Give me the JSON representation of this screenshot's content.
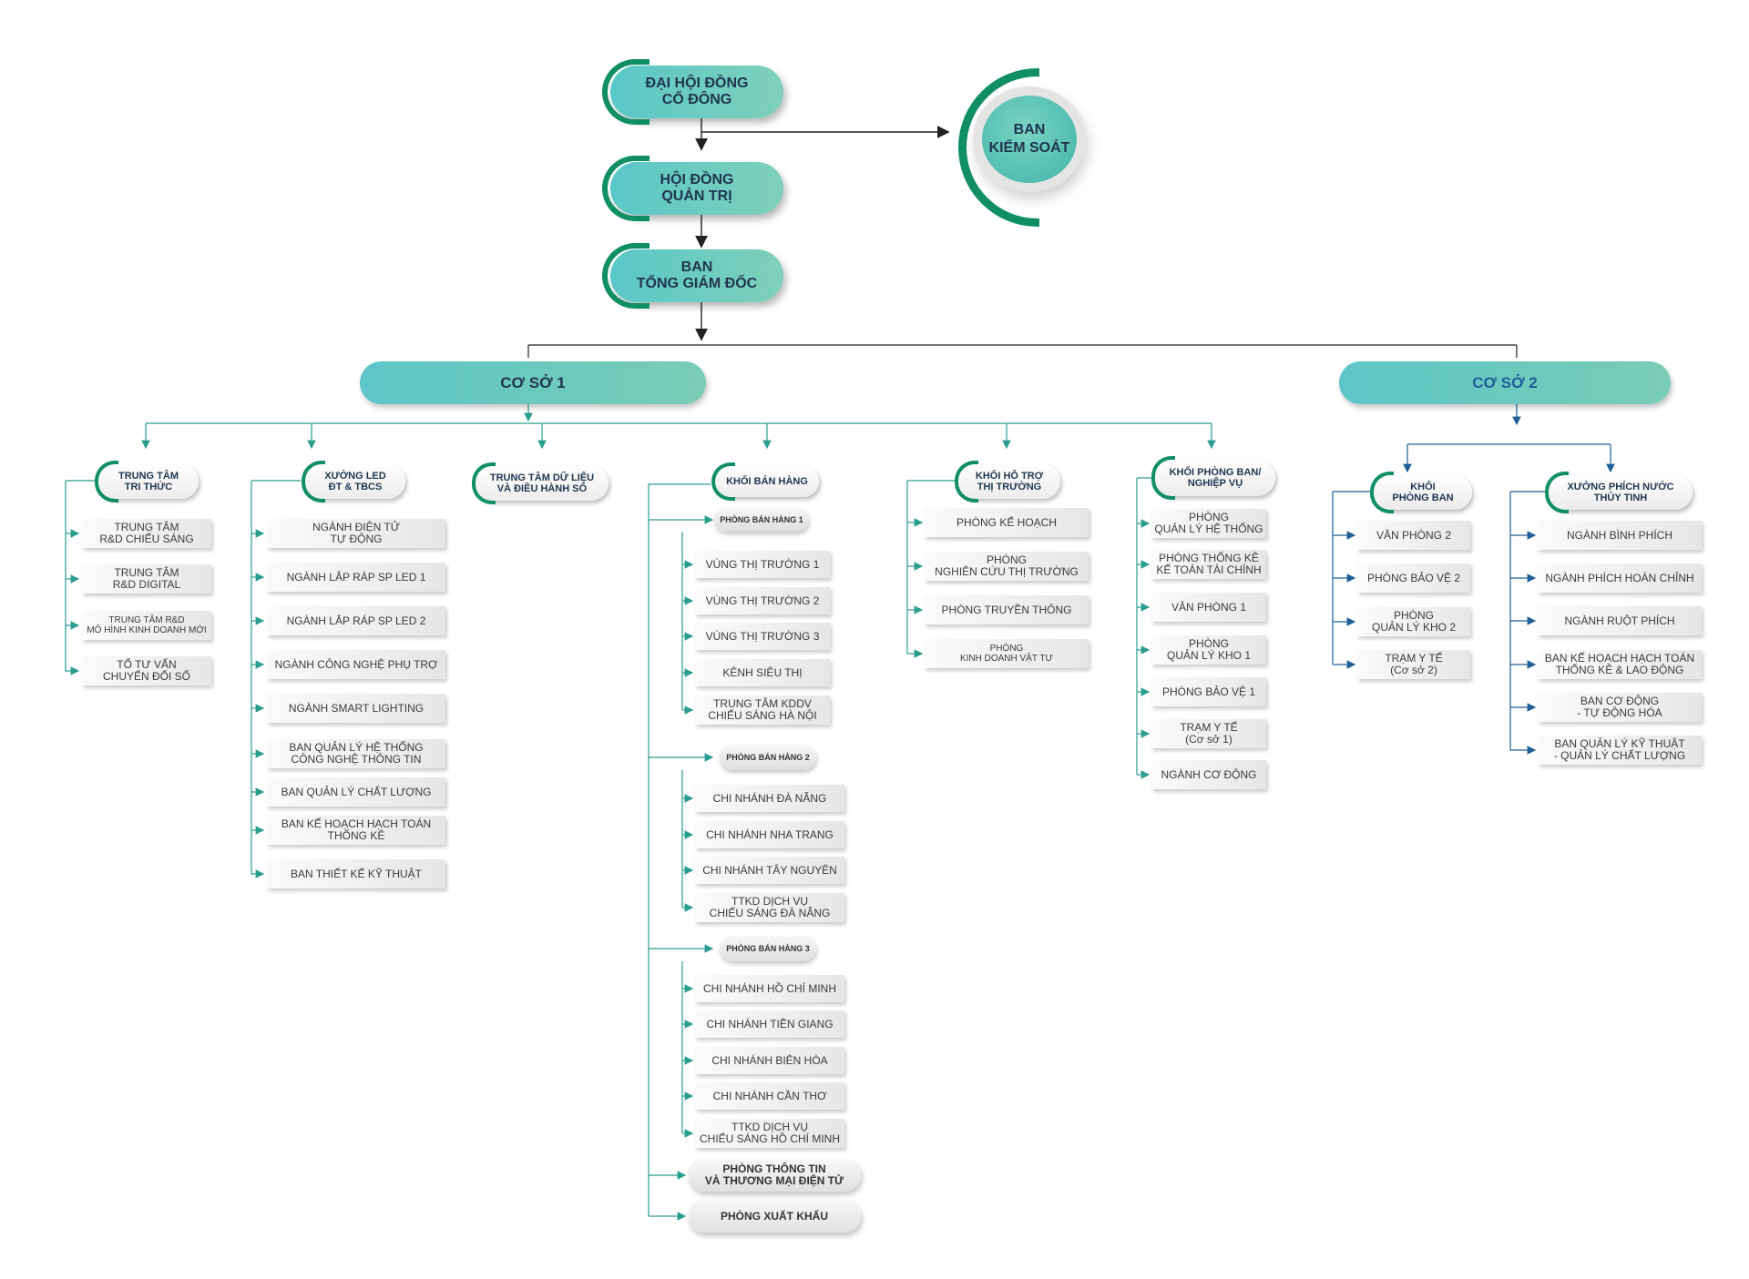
{
  "colors": {
    "teal": "#5ec5c8",
    "green_arc": "#0f8f63",
    "connector": "#2a9d8f",
    "dark_line": "#222222"
  },
  "top": {
    "dhdcd": "ĐẠI HỘI ĐỒNG\nCỔ ĐÔNG",
    "hdqt": "HỘI ĐỒNG\nQUẢN TRỊ",
    "btgd": "BAN\nTỔNG GIÁM ĐỐC",
    "bks": "BAN\nKIỂM SOÁT"
  },
  "coso1": {
    "title": "CƠ SỞ 1",
    "trung_tam_tri_thuc": {
      "title": "TRUNG TÂM\nTRI THỨC",
      "items": [
        "TRUNG TÂM\nR&D CHIẾU SÁNG",
        "TRUNG TÂM\nR&D DIGITAL",
        "TRUNG TÂM R&D\nMÔ HÌNH KINH DOANH MỚI",
        "TỔ TƯ VẤN\nCHUYỂN ĐỔI SỐ"
      ]
    },
    "xuong_led": {
      "title": "XƯỞNG LED\nĐT & TBCS",
      "items": [
        "NGÀNH ĐIỆN TỬ\nTỰ ĐỘNG",
        "NGÀNH LẮP RÁP SP LED 1",
        "NGÀNH LẮP RÁP SP LED 2",
        "NGÀNH CÔNG NGHỆ PHỤ TRỢ",
        "NGÀNH SMART LIGHTING",
        "BAN QUẢN LÝ HỆ THỐNG\nCÔNG NGHỆ THÔNG TIN",
        "BAN QUẢN LÝ CHẤT LƯỢNG",
        "BAN KẾ HOẠCH HẠCH TOÁN\nTHỐNG KÊ",
        "BAN THIẾT KẾ KỸ THUẬT"
      ]
    },
    "trung_tam_du_lieu": {
      "title": "TRUNG TÂM DỮ LIỆU\nVÀ ĐIỀU HÀNH SỐ"
    },
    "khoi_ban_hang": {
      "title": "KHỐI BÁN HÀNG",
      "pbh1": {
        "title": "PHÒNG BÁN HÀNG 1",
        "items": [
          "VÙNG THỊ TRƯỜNG 1",
          "VÙNG THỊ TRƯỜNG 2",
          "VÙNG THỊ TRƯỜNG 3",
          "KÊNH SIÊU THỊ",
          "TRUNG TÂM KDDV\nCHIẾU SÁNG HÀ NỘI"
        ]
      },
      "pbh2": {
        "title": "PHÒNG BÁN HÀNG 2",
        "items": [
          "CHI NHÁNH ĐÀ NẴNG",
          "CHI NHÁNH NHA TRANG",
          "CHI NHÁNH TÂY NGUYÊN",
          "TTKD DỊCH VỤ\nCHIẾU SÁNG ĐÀ NẴNG"
        ]
      },
      "pbh3": {
        "title": "PHÒNG BÁN HÀNG 3",
        "items": [
          "CHI NHÁNH HỒ CHÍ MINH",
          "CHI NHÁNH TIỀN GIANG",
          "CHI NHÁNH BIÊN HÒA",
          "CHI NHÁNH CẦN THƠ",
          "TTKD DỊCH VỤ\nCHIẾU SÁNG HỒ CHÍ MINH"
        ]
      },
      "ptt": "PHÒNG THÔNG TIN\nVÀ THƯƠNG MẠI ĐIỆN TỬ",
      "pxk": "PHÒNG XUẤT KHẨU"
    },
    "khoi_ho_tro": {
      "title": "KHỐI HỖ TRỢ\nTHỊ TRƯỜNG",
      "items": [
        "PHÒNG KẾ HOẠCH",
        "PHÒNG\nNGHIÊN CỨU THỊ TRƯỜNG",
        "PHÒNG TRUYỀN THÔNG",
        "PHÒNG\nKINH DOANH VẬT TƯ"
      ]
    },
    "khoi_phong_ban": {
      "title": "KHỐI PHÒNG BAN/\nNGHIỆP VỤ",
      "items": [
        "PHÒNG\nQUẢN LÝ HỆ THỐNG",
        "PHÒNG THỐNG KÊ\nKẾ TOÁN TÀI CHÍNH",
        "VĂN PHÒNG 1",
        "PHÒNG\nQUẢN LÝ KHO 1",
        "PHÒNG BẢO VỆ 1",
        "TRẠM Y TẾ\n(Cơ sở 1)",
        "NGÀNH CƠ ĐỘNG"
      ]
    }
  },
  "coso2": {
    "title": "CƠ SỞ 2",
    "khoi_phong_ban": {
      "title": "KHỐI\nPHÒNG BAN",
      "items": [
        "VĂN PHÒNG 2",
        "PHÒNG BẢO VỆ 2",
        "PHÒNG\nQUẢN LÝ KHO 2",
        "TRẠM Y TẾ\n(Cơ sở 2)"
      ]
    },
    "xuong_phich": {
      "title": "XƯỞNG PHÍCH NƯỚC\nTHỦY TINH",
      "items": [
        "NGÀNH BÌNH PHÍCH",
        "NGÀNH PHÍCH HOÀN CHỈNH",
        "NGÀNH RUỘT PHÍCH",
        "BAN KẾ HOẠCH HẠCH TOÁN\nTHỐNG KÊ & LAO ĐỘNG",
        "BAN CƠ ĐỘNG\n- TỰ ĐỘNG HÓA",
        "BAN QUẢN LÝ KỸ THUẬT\n- QUẢN LÝ CHẤT LƯỢNG"
      ]
    }
  }
}
